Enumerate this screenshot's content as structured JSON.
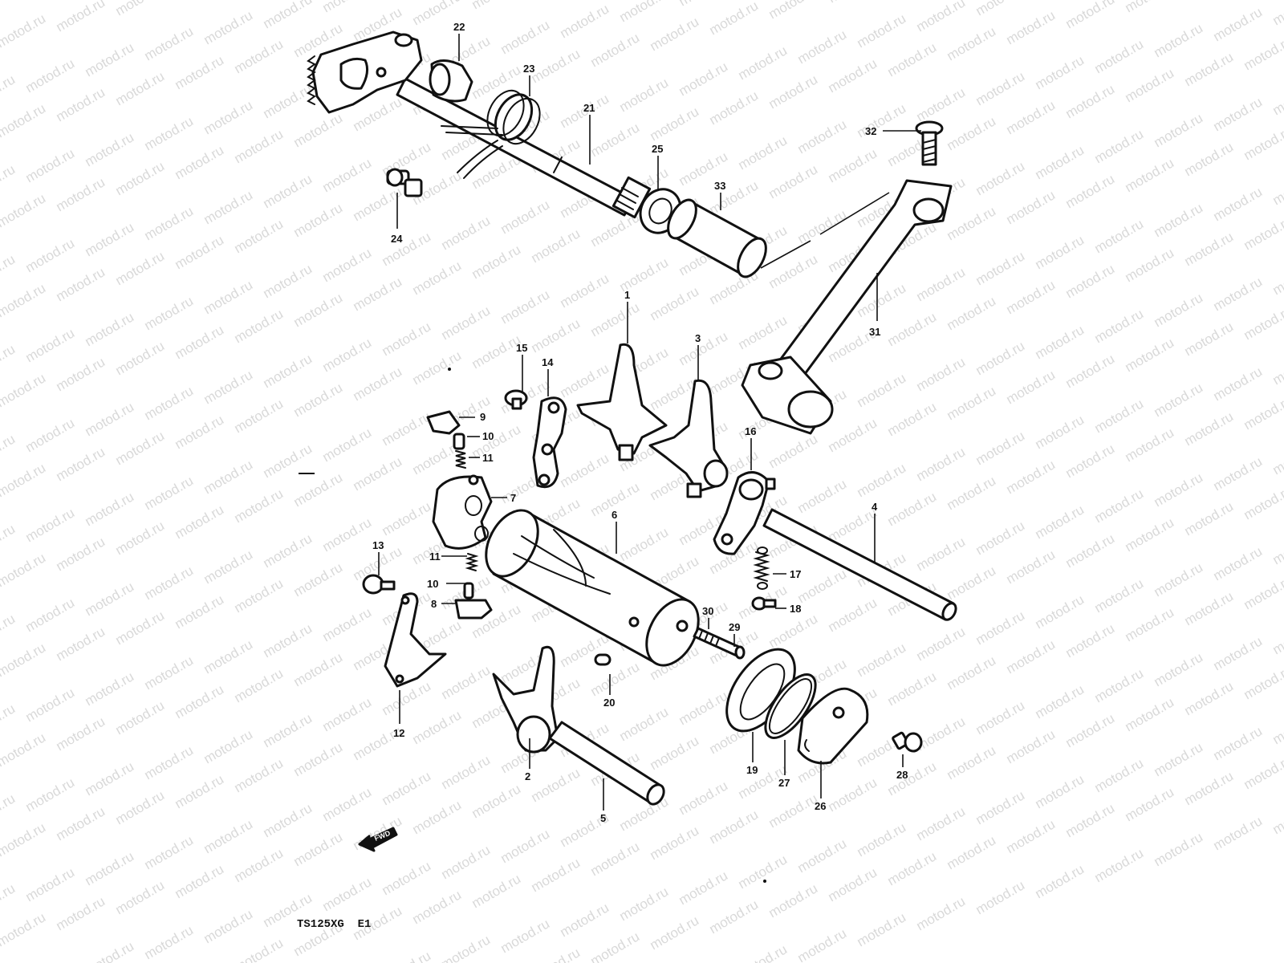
{
  "watermark": "motod.ru",
  "diagram": {
    "model_code": "TS125XG  E1",
    "fwd_mark": "FWD",
    "part_numbers": [
      "1",
      "2",
      "3",
      "4",
      "5",
      "6",
      "7",
      "8",
      "9",
      "10",
      "10",
      "11",
      "11",
      "12",
      "13",
      "14",
      "15",
      "16",
      "17",
      "18",
      "19",
      "20",
      "21",
      "22",
      "23",
      "24",
      "25",
      "26",
      "27",
      "28",
      "29",
      "30",
      "31",
      "32",
      "33"
    ]
  }
}
